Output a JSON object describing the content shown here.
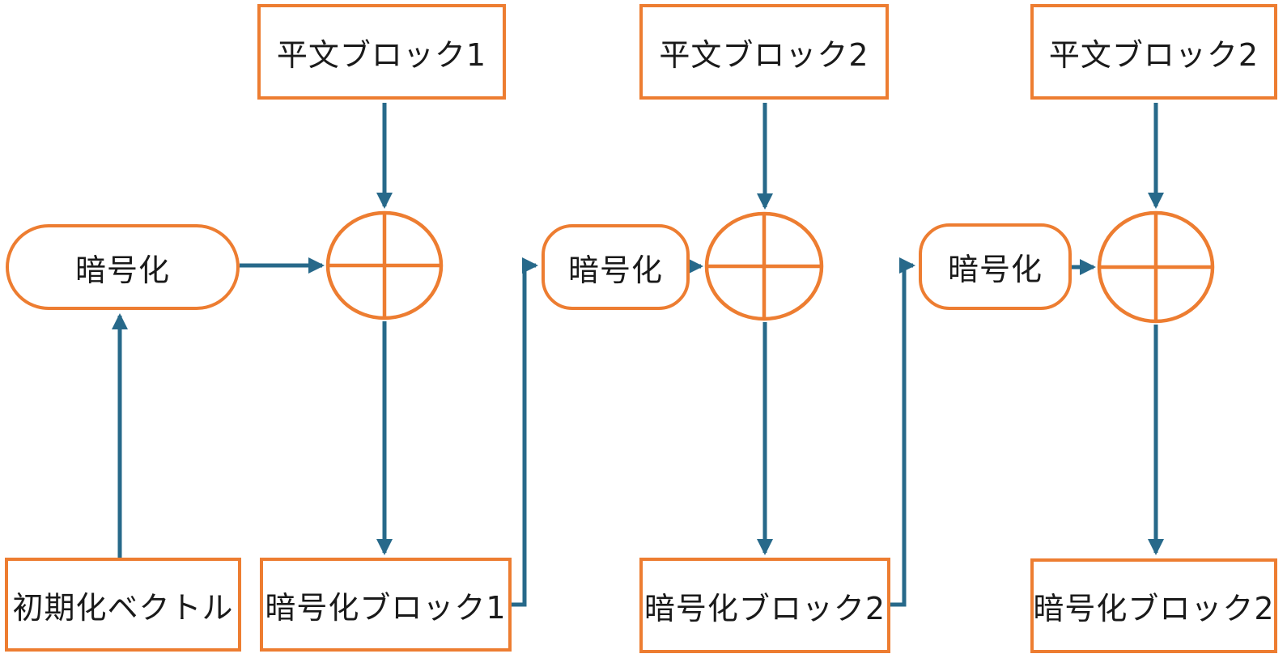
{
  "colors": {
    "box_border_orange": "#ED7D31",
    "arrow_teal": "#27698A",
    "text": "#1A1A1A",
    "background": "#FFFFFF"
  },
  "diagram": {
    "top_row": [
      {
        "label": "平文ブロック1"
      },
      {
        "label": "平文ブロック2"
      },
      {
        "label": "平文ブロック2"
      }
    ],
    "encrypt_nodes": [
      {
        "label": "暗号化"
      },
      {
        "label": "暗号化"
      },
      {
        "label": "暗号化"
      }
    ],
    "bottom_row": [
      {
        "label": "初期化ベクトル"
      },
      {
        "label": "暗号化ブロック1"
      },
      {
        "label": "暗号化ブロック2"
      },
      {
        "label": "暗号化ブロック2"
      }
    ]
  }
}
